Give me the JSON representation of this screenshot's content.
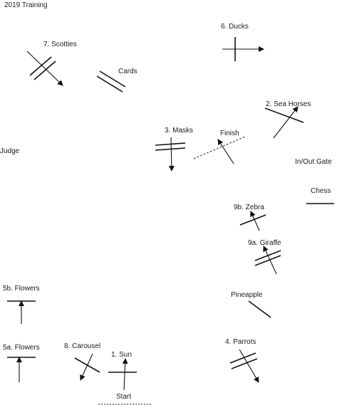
{
  "title": "2019 Training",
  "labels": {
    "scotties": "7. Scotties",
    "cards": "Cards",
    "ducks": "6. Ducks",
    "sea_horses": "2. Sea Horses",
    "masks": "3. Masks",
    "finish": "Finish",
    "judge": "Judge",
    "in_out_gate": "In/Out Gate",
    "chess": "Chess",
    "zebra": "9b. Zebra",
    "giraffe": "9a. Giraffe",
    "flowers_5b": "5b. Flowers",
    "pineapple": "Pineapple",
    "flowers_5a": "5a. Flowers",
    "carousel": "8. Carousel",
    "sun": "1. Sun",
    "parrots": "4. Parrots",
    "start": "Start"
  },
  "colors": {
    "ink": "#111111",
    "background": "#ffffff"
  }
}
